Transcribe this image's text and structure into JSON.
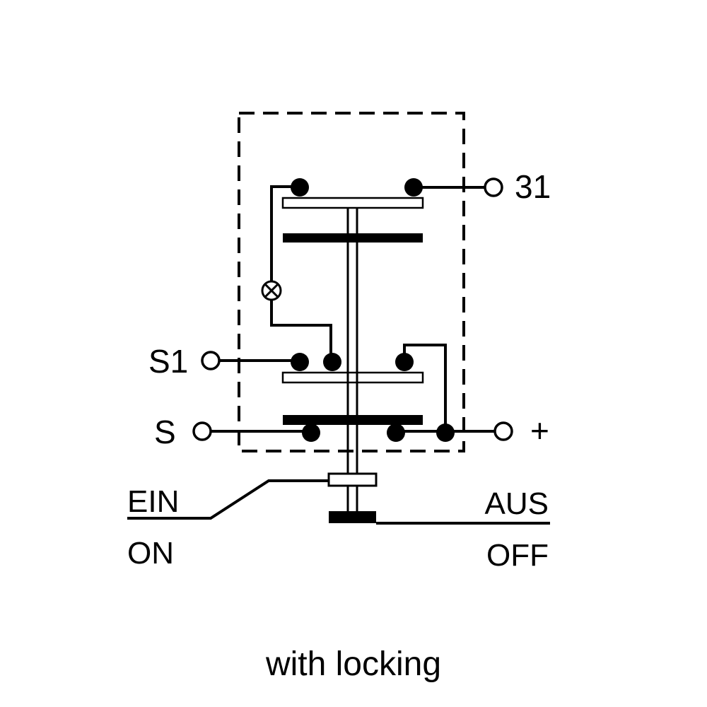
{
  "terminals": {
    "t31": "31",
    "s1": "S1",
    "s": "S",
    "plus": "+"
  },
  "positions": {
    "on_de": "EIN",
    "on_en": "ON",
    "off_de": "AUS",
    "off_en": "OFF"
  },
  "caption": "with locking",
  "colors": {
    "line": "#000000",
    "background": "#ffffff"
  }
}
